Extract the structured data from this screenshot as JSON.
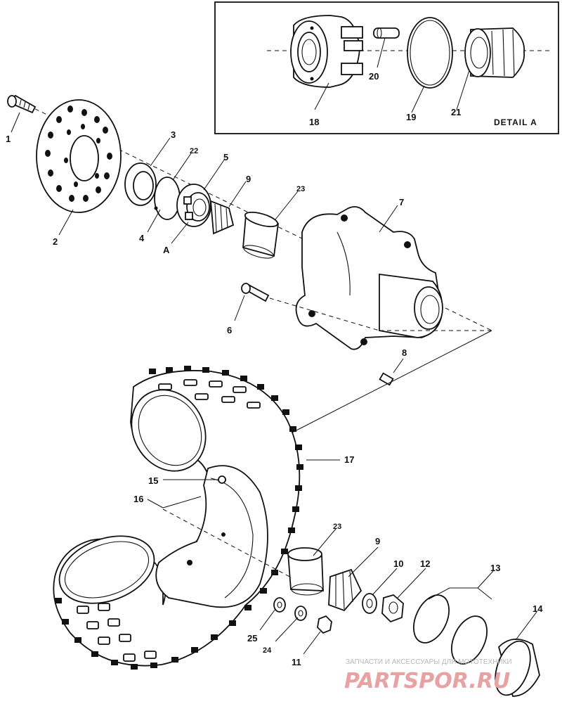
{
  "detail_box": {
    "label": "DETAIL A",
    "callouts": [
      "18",
      "19",
      "20",
      "21"
    ]
  },
  "callouts": {
    "c1": "1",
    "c2": "2",
    "c3": "3",
    "c4": "4",
    "c5": "5",
    "c6": "6",
    "c7": "7",
    "c8": "8",
    "c9a": "9",
    "c9b": "9",
    "c10": "10",
    "c11": "11",
    "c12": "12",
    "c13": "13",
    "c14": "14",
    "c15": "15",
    "c16": "16",
    "c17": "17",
    "c22": "22",
    "c23a": "23",
    "c23b": "23",
    "c24": "24",
    "c25": "25",
    "cA": "A"
  },
  "watermark": {
    "line1": "ЗАПЧАСТИ И АКСЕССУАРЫ ДЛЯ МОТОТЕХНИКИ",
    "line2": "PARTSPOR.RU"
  }
}
